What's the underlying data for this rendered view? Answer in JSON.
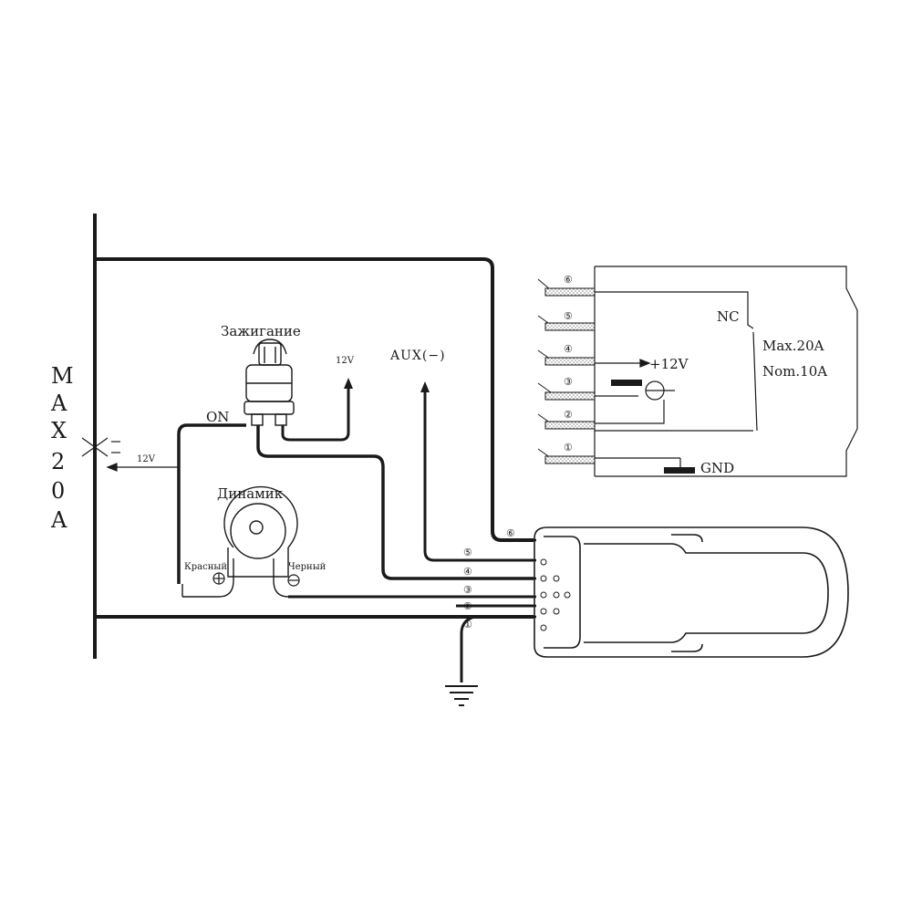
{
  "colors": {
    "ink": "#1a1a1a",
    "paper": "#ffffff",
    "hatch": "#8a8a8a"
  },
  "labels": {
    "ignition": "Зажигание",
    "v12_top": "12V",
    "aux": "AUX(−)",
    "on": "ON",
    "v12_left": "12V",
    "speaker": "Динамик",
    "red": "Красный",
    "black": "Черный",
    "max_vertical": [
      "M",
      "A",
      "X",
      "2",
      "0",
      "A"
    ],
    "nc": "NC",
    "max20": "Max.20A",
    "nom10": "Nom.10A",
    "plus12v": "+12V",
    "gnd": "GND"
  },
  "main_wires": [
    "⑥",
    "⑤",
    "④",
    "③",
    "②",
    "①"
  ],
  "relay_wires": [
    "⑥",
    "⑤",
    "④",
    "③",
    "②",
    "①"
  ],
  "icons": {
    "ground": "ground-icon",
    "ignition": "ignition-key-icon",
    "speaker": "speaker-icon",
    "plus": "plus-terminal-icon",
    "minus": "minus-terminal-icon",
    "relay_coil": "relay-coil-icon",
    "module": "alarm-module-icon"
  }
}
